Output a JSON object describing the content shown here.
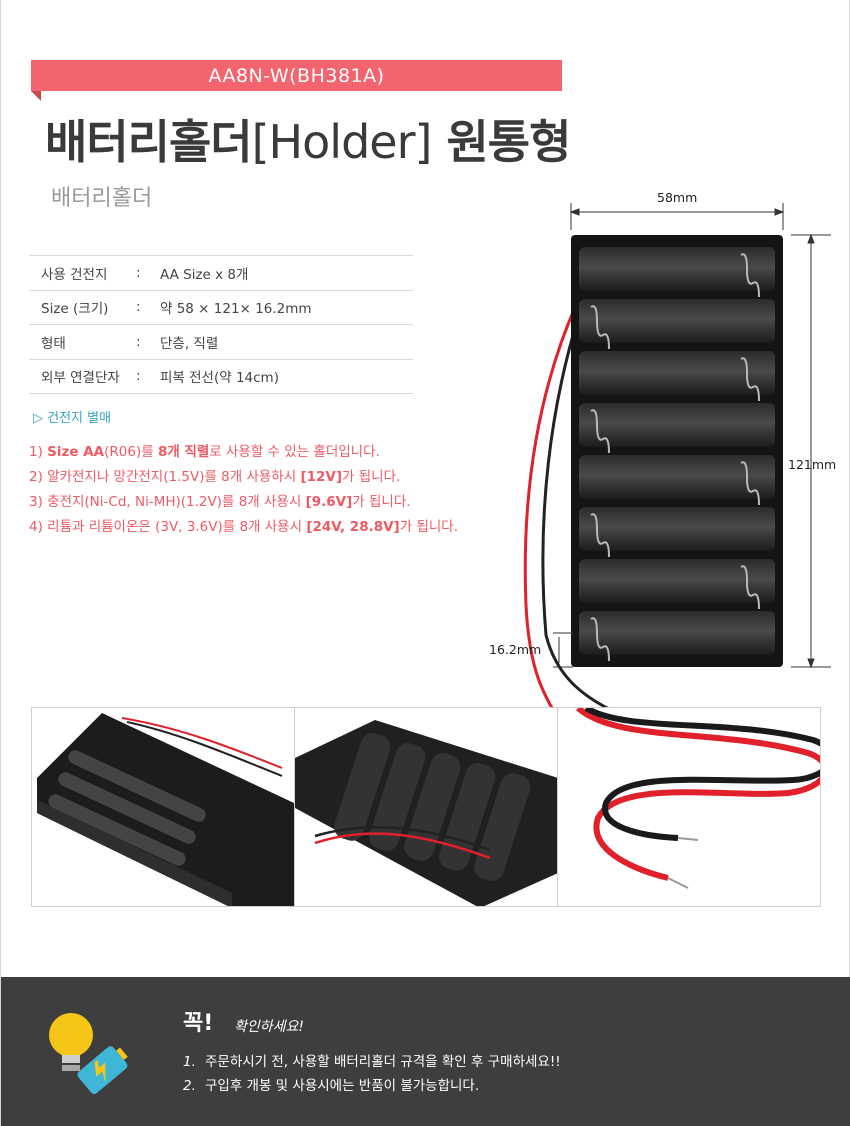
{
  "model": "AA8N-W(BH381A)",
  "title": {
    "prefix": "배터리홀더",
    "light": "[Holder]",
    "suffix": "원통형"
  },
  "subtitle": "배터리홀더",
  "specs": [
    {
      "label": "사용 건전지",
      "colon": ":",
      "value": "AA Size x 8개"
    },
    {
      "label": "Size (크기)",
      "colon": ":",
      "value": "약 58 × 121× 16.2mm"
    },
    {
      "label": "형태",
      "colon": ":",
      "value": "단층, 직렬"
    },
    {
      "label": "외부 연결단자",
      "colon": ":",
      "value": "피복 전선(약 14cm)"
    }
  ],
  "note": "▷  건전지 별매",
  "features": [
    {
      "a": "1) ",
      "b1": "Size AA",
      "c": "(R06)를 ",
      "b2": "8개 직렬",
      "d": "로 사용할 수 있는 홀더입니다."
    },
    {
      "a": "2) 알카전지나 망간전지(1.5V)를 8개 사용하시 ",
      "b1": "[12V]",
      "c": "가 됩니다.",
      "b2": "",
      "d": ""
    },
    {
      "a": "3) 충전지(Ni-Cd, Ni-MH)(1.2V)를 8개 사용시 ",
      "b1": "[9.6V]",
      "c": "가 됩니다.",
      "b2": "",
      "d": ""
    },
    {
      "a": "4) 리튬과 리튬이온은 (3V, 3.6V)를 8개 사용시 ",
      "b1": "[24V, 28.8V]",
      "c": "가 됩니다.",
      "b2": "",
      "d": ""
    }
  ],
  "dimensions": {
    "width": "58mm",
    "height": "121mm",
    "depth": "16.2mm"
  },
  "photos": [
    {
      "name": "holder-angle-view"
    },
    {
      "name": "holder-bottom-view"
    },
    {
      "name": "wire-leads-view"
    }
  ],
  "footer": {
    "heading": "꼭!",
    "sub": "확인하세요!",
    "items": [
      {
        "num": "1.",
        "text": "주문하시기 전, 사용할 배터리홀더 규격을 확인 후 구매하세요!!"
      },
      {
        "num": "2.",
        "text": "구입후 개봉 및 사용시에는 반품이 불가능합니다."
      }
    ]
  },
  "colors": {
    "accent": "#f3646f",
    "feature_text": "#ef5a64",
    "note_text": "#3aa2c7",
    "footer_bg": "#3e3e3e",
    "wire_red": "#e0202a"
  }
}
